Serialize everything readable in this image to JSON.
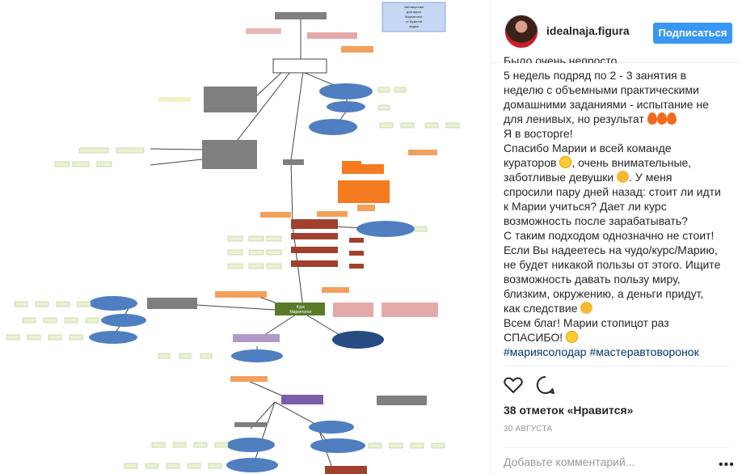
{
  "image": {
    "corner_note": [
      "Автоворонка",
      "для курса",
      "Маркетолог",
      "от Кузиной",
      "надеж"
    ],
    "central_node": [
      "Курс",
      "Маркетолог"
    ]
  },
  "profile": {
    "username": "idealnaja.figura",
    "follow_label": "Подписаться"
  },
  "caption": {
    "lines": [
      "Было очень непросто.",
      "5 недель подряд по 2 - 3 занятия в неделю с объемными практическими домашними заданиями - испытание не для ленивых, но результат",
      "Я в восторге!",
      "Спасибо Марии и всей команде кураторов",
      ", очень внимательные, заботливые девушки",
      ". У меня спросили пару дней назад: стоит ли идти к Марии учиться? Дает ли курс возможность после зарабатывать?",
      "С таким подходом однозначно не стоит! Если Вы надеетесь на чудо/курс/Марию, не будет никакой пользы от этого. Ищите возможность давать пользу миру, близким, окружению, а деньги придут, как следствие",
      "Всем благ! Марии стопицот раз СПАСИБО!",
      "#мариясолодар #мастеравтоворонок"
    ]
  },
  "actions": {
    "like_icon": "heart-icon",
    "comment_icon": "comment-icon"
  },
  "likes_text": "38 отметок «Нравится»",
  "date_text": "30 АВГУСТА",
  "comment_placeholder": "Добавьте комментарий...",
  "more_label": "•••",
  "colors": {
    "follow": "#3897f0",
    "hashtag": "#003569",
    "node_blue": "#4f7fc0",
    "node_orange": "#f47b20",
    "node_green": "#5a7a2a",
    "node_gray": "#7f7f7f"
  }
}
